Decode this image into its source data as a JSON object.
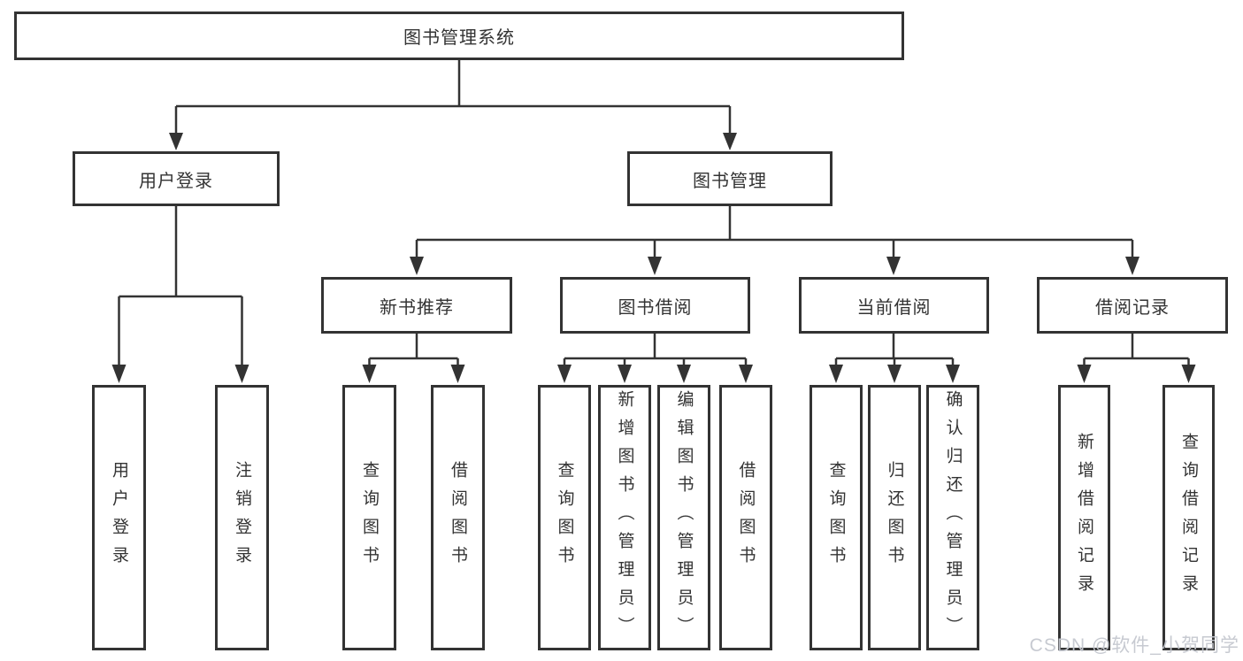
{
  "diagram": {
    "type": "tree-diagram",
    "colors": {
      "line": "#333333",
      "box_border": "#333333",
      "box_background": "#ffffff",
      "text": "#333333",
      "watermark": "#c4c7cf"
    },
    "tree": {
      "label": "图书管理系统",
      "children": [
        {
          "label": "用户登录",
          "children": [
            {
              "label": "用户登录"
            },
            {
              "label": "注销登录"
            }
          ]
        },
        {
          "label": "图书管理",
          "children": [
            {
              "label": "新书推荐",
              "children": [
                {
                  "label": "查询图书"
                },
                {
                  "label": "借阅图书"
                }
              ]
            },
            {
              "label": "图书借阅",
              "children": [
                {
                  "label": "查询图书"
                },
                {
                  "label": "新增图书（管理员）"
                },
                {
                  "label": "编辑图书（管理员）"
                },
                {
                  "label": "借阅图书"
                }
              ]
            },
            {
              "label": "当前借阅",
              "children": [
                {
                  "label": "查询图书"
                },
                {
                  "label": "归还图书"
                },
                {
                  "label": "确认归还（管理员）"
                }
              ]
            },
            {
              "label": "借阅记录",
              "children": [
                {
                  "label": "新增借阅记录"
                },
                {
                  "label": "查询借阅记录"
                }
              ]
            }
          ]
        }
      ]
    },
    "watermark": {
      "text": "CSDN @软件_小贺同学"
    }
  }
}
